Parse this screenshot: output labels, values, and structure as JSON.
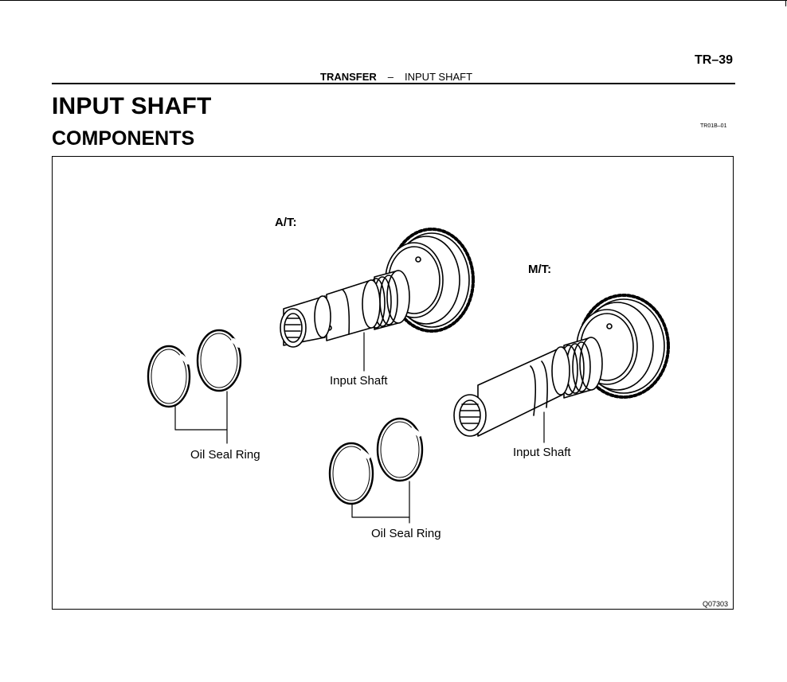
{
  "header": {
    "page_number": "TR–39",
    "section": "TRANSFER",
    "separator": "–",
    "topic": "INPUT SHAFT"
  },
  "title": "INPUT SHAFT",
  "subtitle": "COMPONENTS",
  "doc_code": "TR01B–01",
  "figure": {
    "code": "Q07303",
    "labels": {
      "at": "A/T:",
      "mt": "M/T:",
      "input_shaft_at": "Input Shaft",
      "input_shaft_mt": "Input Shaft",
      "oil_seal_ring_left": "Oil Seal Ring",
      "oil_seal_ring_center": "Oil Seal Ring"
    }
  }
}
